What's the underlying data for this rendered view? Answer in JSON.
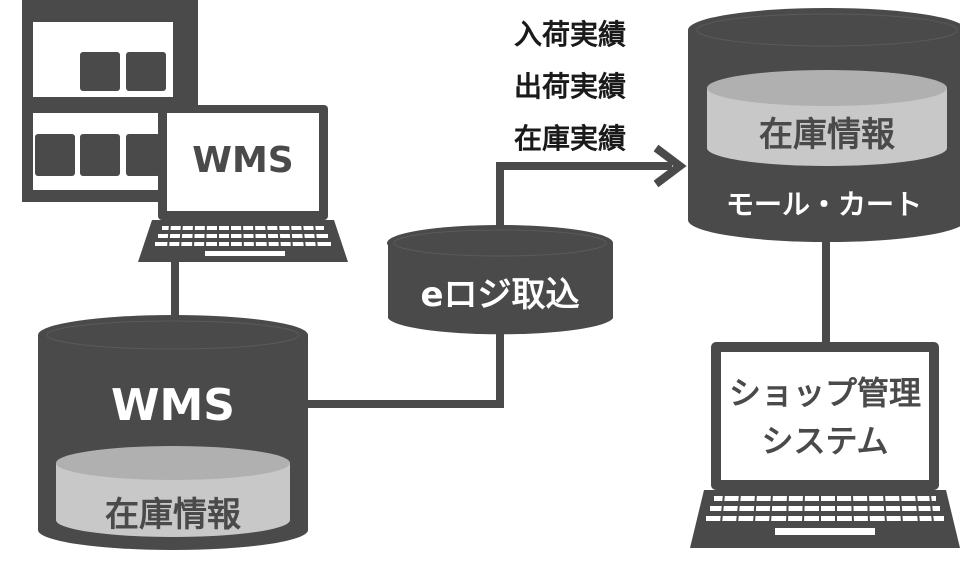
{
  "warehouse_pc": {
    "screen_label": "WMS"
  },
  "wms_db": {
    "title": "WMS",
    "inner_label": "在庫情報"
  },
  "elogi_db": {
    "label": "eロジ取込"
  },
  "mall_db": {
    "inner_label": "在庫情報",
    "bottom_label": "モール・カート"
  },
  "data_flow": {
    "lines": [
      "入荷実績",
      "出荷実績",
      "在庫実績"
    ]
  },
  "shop_pc": {
    "screen_line1": "ショップ管理",
    "screen_line2": "システム"
  },
  "colors": {
    "dark": "#4a4a4a",
    "light": "#c8c8c8",
    "white": "#ffffff",
    "text": "#1a1a1a"
  }
}
